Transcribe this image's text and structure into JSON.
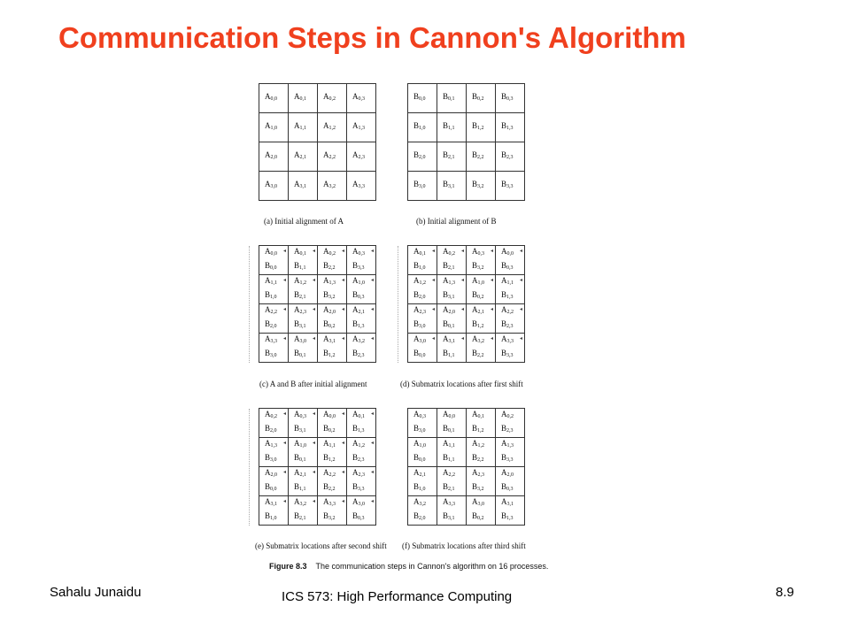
{
  "title": "Communication Steps in Cannon's Algorithm",
  "panels": [
    {
      "id": "a",
      "caption": "(a)  Initial alignment of A",
      "cells": [
        [
          [
            "A",
            "0,0"
          ]
        ],
        [
          [
            "A",
            "0,1"
          ]
        ],
        [
          [
            "A",
            "0,2"
          ]
        ],
        [
          [
            "A",
            "0,3"
          ]
        ],
        [
          [
            "A",
            "1,0"
          ]
        ],
        [
          [
            "A",
            "1,1"
          ]
        ],
        [
          [
            "A",
            "1,2"
          ]
        ],
        [
          [
            "A",
            "1,3"
          ]
        ],
        [
          [
            "A",
            "2,0"
          ]
        ],
        [
          [
            "A",
            "2,1"
          ]
        ],
        [
          [
            "A",
            "2,2"
          ]
        ],
        [
          [
            "A",
            "2,3"
          ]
        ],
        [
          [
            "A",
            "3,0"
          ]
        ],
        [
          [
            "A",
            "3,1"
          ]
        ],
        [
          [
            "A",
            "3,2"
          ]
        ],
        [
          [
            "A",
            "3,3"
          ]
        ]
      ]
    },
    {
      "id": "b",
      "caption": "(b)  Initial alignment of B",
      "cells": [
        [
          [
            "B",
            "0,0"
          ]
        ],
        [
          [
            "B",
            "0,1"
          ]
        ],
        [
          [
            "B",
            "0,2"
          ]
        ],
        [
          [
            "B",
            "0,3"
          ]
        ],
        [
          [
            "B",
            "1,0"
          ]
        ],
        [
          [
            "B",
            "1,1"
          ]
        ],
        [
          [
            "B",
            "1,2"
          ]
        ],
        [
          [
            "B",
            "1,3"
          ]
        ],
        [
          [
            "B",
            "2,0"
          ]
        ],
        [
          [
            "B",
            "2,1"
          ]
        ],
        [
          [
            "B",
            "2,2"
          ]
        ],
        [
          [
            "B",
            "2,3"
          ]
        ],
        [
          [
            "B",
            "3,0"
          ]
        ],
        [
          [
            "B",
            "3,1"
          ]
        ],
        [
          [
            "B",
            "3,2"
          ]
        ],
        [
          [
            "B",
            "3,3"
          ]
        ]
      ]
    },
    {
      "id": "c",
      "caption": "(c)  A and B after initial alignment",
      "cells": [
        [
          [
            "A",
            "0,0"
          ],
          [
            "B",
            "0,0"
          ]
        ],
        [
          [
            "A",
            "0,1"
          ],
          [
            "B",
            "1,1"
          ]
        ],
        [
          [
            "A",
            "0,2"
          ],
          [
            "B",
            "2,2"
          ]
        ],
        [
          [
            "A",
            "0,3"
          ],
          [
            "B",
            "3,3"
          ]
        ],
        [
          [
            "A",
            "1,1"
          ],
          [
            "B",
            "1,0"
          ]
        ],
        [
          [
            "A",
            "1,2"
          ],
          [
            "B",
            "2,1"
          ]
        ],
        [
          [
            "A",
            "1,3"
          ],
          [
            "B",
            "3,2"
          ]
        ],
        [
          [
            "A",
            "1,0"
          ],
          [
            "B",
            "0,3"
          ]
        ],
        [
          [
            "A",
            "2,2"
          ],
          [
            "B",
            "2,0"
          ]
        ],
        [
          [
            "A",
            "2,3"
          ],
          [
            "B",
            "3,1"
          ]
        ],
        [
          [
            "A",
            "2,0"
          ],
          [
            "B",
            "0,2"
          ]
        ],
        [
          [
            "A",
            "2,1"
          ],
          [
            "B",
            "1,3"
          ]
        ],
        [
          [
            "A",
            "3,3"
          ],
          [
            "B",
            "3,0"
          ]
        ],
        [
          [
            "A",
            "3,0"
          ],
          [
            "B",
            "0,1"
          ]
        ],
        [
          [
            "A",
            "3,1"
          ],
          [
            "B",
            "1,2"
          ]
        ],
        [
          [
            "A",
            "3,2"
          ],
          [
            "B",
            "2,3"
          ]
        ]
      ]
    },
    {
      "id": "d",
      "caption": "(d)  Submatrix locations after first shift",
      "cells": [
        [
          [
            "A",
            "0,1"
          ],
          [
            "B",
            "1,0"
          ]
        ],
        [
          [
            "A",
            "0,2"
          ],
          [
            "B",
            "2,1"
          ]
        ],
        [
          [
            "A",
            "0,3"
          ],
          [
            "B",
            "3,2"
          ]
        ],
        [
          [
            "A",
            "0,0"
          ],
          [
            "B",
            "0,3"
          ]
        ],
        [
          [
            "A",
            "1,2"
          ],
          [
            "B",
            "2,0"
          ]
        ],
        [
          [
            "A",
            "1,3"
          ],
          [
            "B",
            "3,1"
          ]
        ],
        [
          [
            "A",
            "1,0"
          ],
          [
            "B",
            "0,2"
          ]
        ],
        [
          [
            "A",
            "1,1"
          ],
          [
            "B",
            "1,3"
          ]
        ],
        [
          [
            "A",
            "2,3"
          ],
          [
            "B",
            "3,0"
          ]
        ],
        [
          [
            "A",
            "2,0"
          ],
          [
            "B",
            "0,1"
          ]
        ],
        [
          [
            "A",
            "2,1"
          ],
          [
            "B",
            "1,2"
          ]
        ],
        [
          [
            "A",
            "2,2"
          ],
          [
            "B",
            "2,3"
          ]
        ],
        [
          [
            "A",
            "3,0"
          ],
          [
            "B",
            "0,0"
          ]
        ],
        [
          [
            "A",
            "3,1"
          ],
          [
            "B",
            "1,1"
          ]
        ],
        [
          [
            "A",
            "3,2"
          ],
          [
            "B",
            "2,2"
          ]
        ],
        [
          [
            "A",
            "3,3"
          ],
          [
            "B",
            "3,3"
          ]
        ]
      ]
    },
    {
      "id": "e",
      "caption": "(e)  Submatrix locations after second shift",
      "cells": [
        [
          [
            "A",
            "0,2"
          ],
          [
            "B",
            "2,0"
          ]
        ],
        [
          [
            "A",
            "0,3"
          ],
          [
            "B",
            "3,1"
          ]
        ],
        [
          [
            "A",
            "0,0"
          ],
          [
            "B",
            "0,2"
          ]
        ],
        [
          [
            "A",
            "0,1"
          ],
          [
            "B",
            "1,3"
          ]
        ],
        [
          [
            "A",
            "1,3"
          ],
          [
            "B",
            "3,0"
          ]
        ],
        [
          [
            "A",
            "1,0"
          ],
          [
            "B",
            "0,1"
          ]
        ],
        [
          [
            "A",
            "1,1"
          ],
          [
            "B",
            "1,2"
          ]
        ],
        [
          [
            "A",
            "1,2"
          ],
          [
            "B",
            "2,3"
          ]
        ],
        [
          [
            "A",
            "2,0"
          ],
          [
            "B",
            "0,0"
          ]
        ],
        [
          [
            "A",
            "2,1"
          ],
          [
            "B",
            "1,1"
          ]
        ],
        [
          [
            "A",
            "2,2"
          ],
          [
            "B",
            "2,2"
          ]
        ],
        [
          [
            "A",
            "2,3"
          ],
          [
            "B",
            "3,3"
          ]
        ],
        [
          [
            "A",
            "3,1"
          ],
          [
            "B",
            "1,0"
          ]
        ],
        [
          [
            "A",
            "3,2"
          ],
          [
            "B",
            "2,1"
          ]
        ],
        [
          [
            "A",
            "3,3"
          ],
          [
            "B",
            "3,2"
          ]
        ],
        [
          [
            "A",
            "3,0"
          ],
          [
            "B",
            "0,3"
          ]
        ]
      ]
    },
    {
      "id": "f",
      "caption": "(f)  Submatrix locations after third shift",
      "cells": [
        [
          [
            "A",
            "0,3"
          ],
          [
            "B",
            "3,0"
          ]
        ],
        [
          [
            "A",
            "0,0"
          ],
          [
            "B",
            "0,1"
          ]
        ],
        [
          [
            "A",
            "0,1"
          ],
          [
            "B",
            "1,2"
          ]
        ],
        [
          [
            "A",
            "0,2"
          ],
          [
            "B",
            "2,3"
          ]
        ],
        [
          [
            "A",
            "1,0"
          ],
          [
            "B",
            "0,0"
          ]
        ],
        [
          [
            "A",
            "1,1"
          ],
          [
            "B",
            "1,1"
          ]
        ],
        [
          [
            "A",
            "1,2"
          ],
          [
            "B",
            "2,2"
          ]
        ],
        [
          [
            "A",
            "1,3"
          ],
          [
            "B",
            "3,3"
          ]
        ],
        [
          [
            "A",
            "2,1"
          ],
          [
            "B",
            "1,0"
          ]
        ],
        [
          [
            "A",
            "2,2"
          ],
          [
            "B",
            "2,1"
          ]
        ],
        [
          [
            "A",
            "2,3"
          ],
          [
            "B",
            "3,2"
          ]
        ],
        [
          [
            "A",
            "2,0"
          ],
          [
            "B",
            "0,3"
          ]
        ],
        [
          [
            "A",
            "3,2"
          ],
          [
            "B",
            "2,0"
          ]
        ],
        [
          [
            "A",
            "3,3"
          ],
          [
            "B",
            "3,1"
          ]
        ],
        [
          [
            "A",
            "3,0"
          ],
          [
            "B",
            "0,2"
          ]
        ],
        [
          [
            "A",
            "3,1"
          ],
          [
            "B",
            "1,3"
          ]
        ]
      ]
    }
  ],
  "figure_caption": {
    "label": "Figure 8.3",
    "text": "The communication steps in Cannon's algorithm on 16 processes."
  },
  "footer": {
    "author": "Sahalu Junaidu",
    "course": "ICS 573: High Performance Computing",
    "page": "8.9"
  },
  "colors": {
    "title": "#f0401e",
    "grid_lines": "#333333"
  }
}
